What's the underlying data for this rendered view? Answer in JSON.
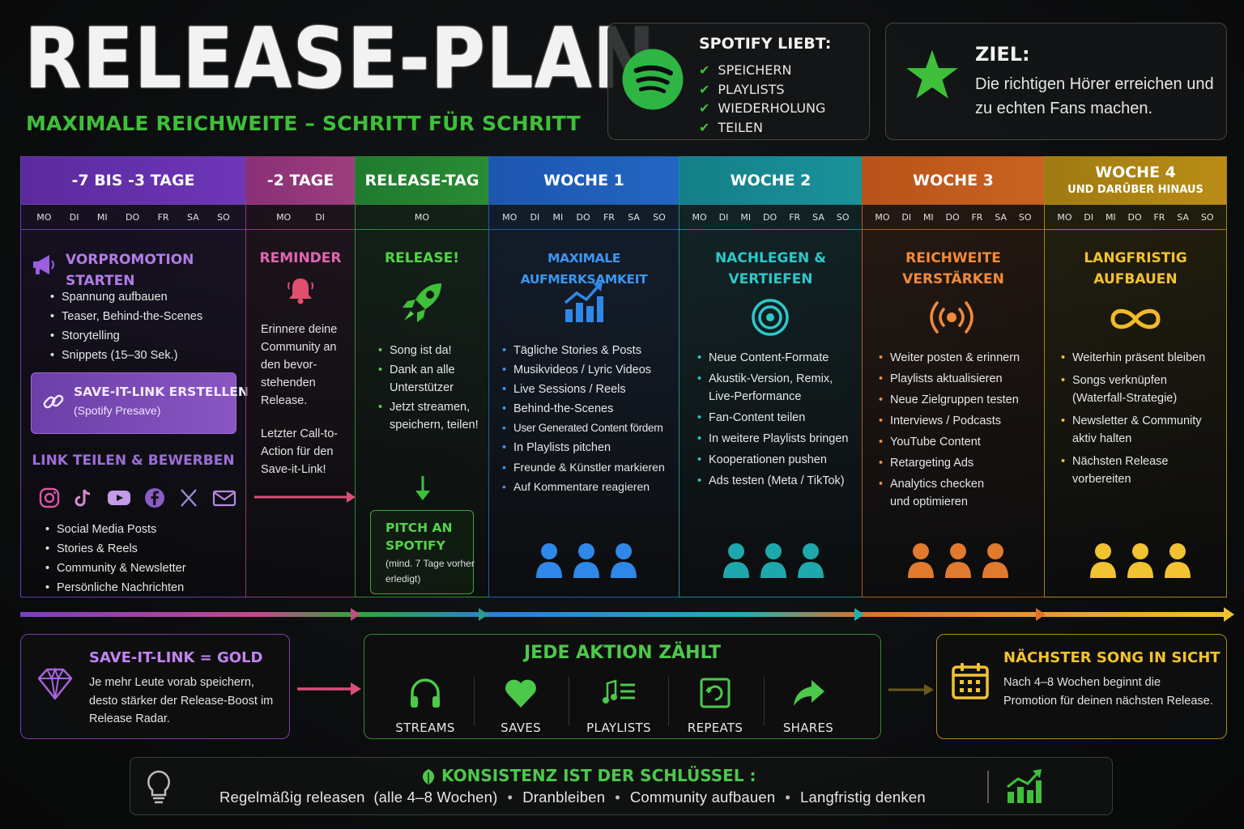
{
  "header": {
    "title": "RELEASE-PLAN",
    "subtitle": "MAXIMALE REICHWEITE – SCHRITT FÜR SCHRITT"
  },
  "spotify": {
    "heading": "SPOTIFY LIEBT:",
    "items": [
      "SPEICHERN",
      "PLAYLISTS",
      "WIEDERHOLUNG",
      "TEILEN"
    ],
    "icon": "spotify-logo"
  },
  "goal": {
    "heading": "ZIEL:",
    "text": "Die richtigen Hörer erreichen und zu echten Fans machen.",
    "icon": "star-icon"
  },
  "columns": [
    {
      "header": "-7 BIS -3 TAGE",
      "days": [
        "MO",
        "DI",
        "MI",
        "DO",
        "FR",
        "SA",
        "SO"
      ],
      "title": "VORPROMOTION STARTEN",
      "bullets": [
        "Spannung aufbauen",
        "Teaser, Behind-the-Scenes",
        "Storytelling",
        "Snippets (15–30 Sek.)"
      ],
      "card_title": "SAVE-IT-LINK ERSTELLEN",
      "card_sub": "(Spotify Presave)",
      "title2": "LINK TEILEN & BEWERBEN",
      "bullets2": [
        "Social Media Posts",
        "Stories & Reels",
        "Community & Newsletter",
        "Persönliche Nachrichten"
      ],
      "color": "#6a3fa6"
    },
    {
      "header": "-2 TAGE",
      "days": [
        "MO",
        "DI"
      ],
      "title": "REMINDER",
      "text1": "Erinnere deine Community an den bevor-stehenden Release.",
      "text2": "Letzter Call-to-Action für den Save-it-Link!",
      "color": "#8b3a78"
    },
    {
      "header": "RELEASE-TAG",
      "days": [
        "MO"
      ],
      "title": "RELEASE!",
      "bullets": [
        "Song ist da!",
        "Dank an alle Unterstützer",
        "Jetzt streamen, speichern, teilen!"
      ],
      "box_title": "PITCH AN SPOTIFY",
      "box_sub": "(mind. 7 Tage vorher erledigt)",
      "color": "#2d8a3a"
    },
    {
      "header": "WOCHE 1",
      "days": [
        "MO",
        "DI",
        "MI",
        "DO",
        "FR",
        "SA",
        "SO"
      ],
      "title": "MAXIMALE AUFMERKSAMKEIT",
      "bullets": [
        "Tägliche Stories & Posts",
        "Musikvideos / Lyric Videos",
        "Live Sessions / Reels",
        "Behind-the-Scenes",
        "User Generated Content fördern",
        "In Playlists pitchen",
        "Freunde & Künstler markieren",
        "Auf Kommentare reagieren"
      ],
      "color": "#1f5fa8"
    },
    {
      "header": "WOCHE 2",
      "days": [
        "MO",
        "DI",
        "MI",
        "DO",
        "FR",
        "SA",
        "SO"
      ],
      "title": "NACHLEGEN & VERTIEFEN",
      "bullets": [
        "Neue Content-Formate",
        "Akustik-Version, Remix, Live-Performance",
        "Fan-Content teilen",
        "In weitere Playlists bringen",
        "Kooperationen pushen",
        "Ads testen (Meta / TikTok)"
      ],
      "color": "#1a8a90"
    },
    {
      "header": "WOCHE 3",
      "days": [
        "MO",
        "DI",
        "MI",
        "DO",
        "FR",
        "SA",
        "SO"
      ],
      "title": "REICHWEITE VERSTÄRKEN",
      "bullets": [
        "Weiter posten & erinnern",
        "Playlists aktualisieren",
        "Neue Zielgruppen testen",
        "Interviews / Podcasts",
        "YouTube Content",
        "Retargeting Ads",
        "Analytics checken und optimieren"
      ],
      "color": "#b05a1f"
    },
    {
      "header": "WOCHE 4",
      "header_sub": "UND DARÜBER HINAUS",
      "days": [
        "MO",
        "DI",
        "MI",
        "DO",
        "FR",
        "SA",
        "SO"
      ],
      "title": "LANGFRISTIG AUFBAUEN",
      "bullets": [
        "Weiterhin präsent bleiben",
        "Songs verknüpfen (Waterfall-Strategie)",
        "Newsletter & Community aktiv halten",
        "Nächsten Release vorbereiten"
      ],
      "color": "#a3861a"
    }
  ],
  "gold": {
    "title": "SAVE-IT-LINK = GOLD",
    "text": "Je mehr Leute vorab speichern, desto stärker der Release-Boost im Release Radar."
  },
  "aktion": {
    "title": "JEDE AKTION ZÄHLT",
    "items": [
      {
        "label": "STREAMS",
        "icon": "headphones-icon"
      },
      {
        "label": "SAVES",
        "icon": "heart-icon"
      },
      {
        "label": "PLAYLISTS",
        "icon": "playlist-icon"
      },
      {
        "label": "REPEATS",
        "icon": "repeat-icon"
      },
      {
        "label": "SHARES",
        "icon": "share-icon"
      }
    ]
  },
  "next": {
    "title": "NÄCHSTER SONG IN SICHT",
    "text": "Nach 4–8 Wochen beginnt die Promotion für deinen nächsten Release."
  },
  "konsistenz": {
    "title": "KONSISTENZ IST DER SCHLÜSSEL :",
    "items": [
      "Regelmäßig releasen  (alle 4–8 Wochen)",
      "Dranbleiben",
      "Community aufbauen",
      "Langfristig denken"
    ]
  }
}
